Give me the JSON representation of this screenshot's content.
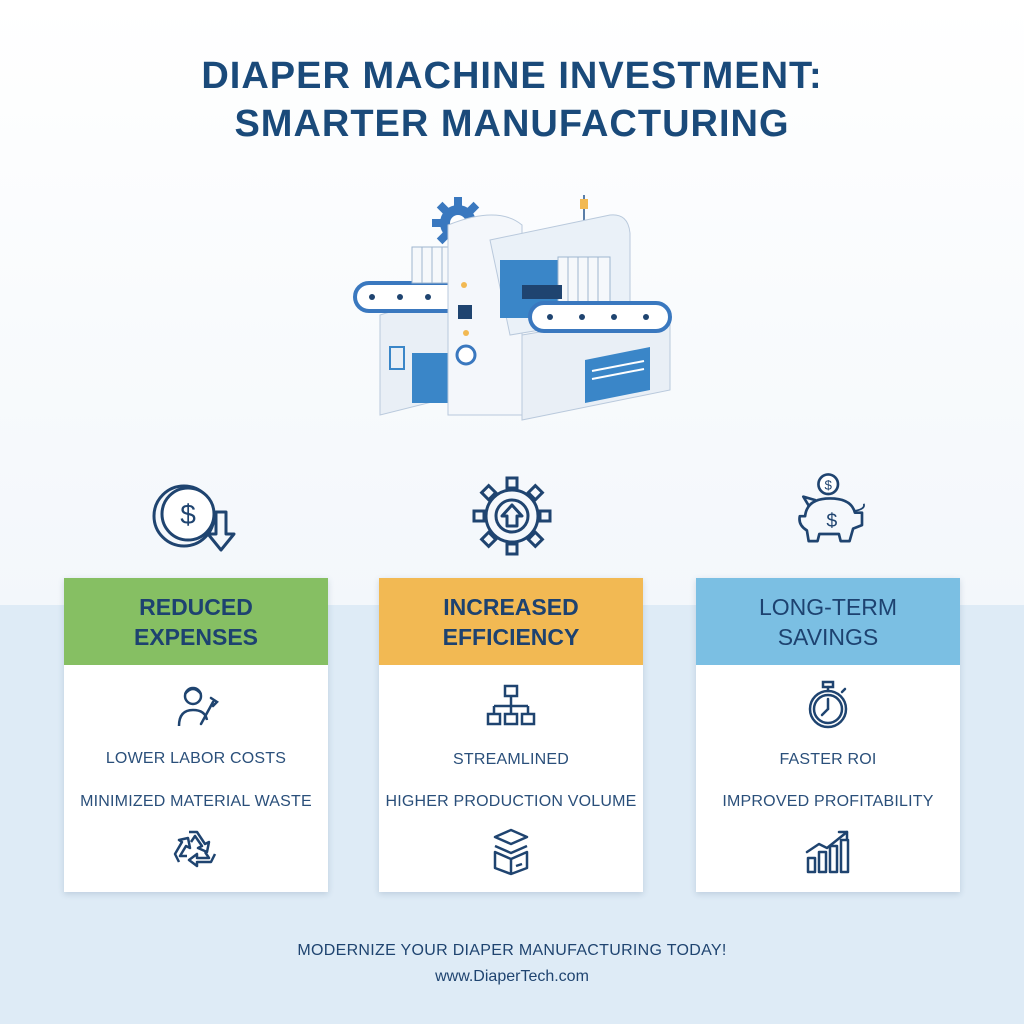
{
  "header": {
    "title_line1": "DIAPER MACHINE INVESTMENT:",
    "title_line2": "SMARTER MANUFACTURING"
  },
  "cards": [
    {
      "heading": [
        "REDUCED",
        "EXPENSES"
      ],
      "color": "#86bf63",
      "top_icon": "dollar-coin-down-icon",
      "items": [
        "LOWER LABOR COSTS",
        "MINIMIZED MATERIAL WASTE"
      ],
      "icons": [
        "worker-wrench-icon",
        "recycle-icon"
      ]
    },
    {
      "heading": [
        "INCREASED",
        "EFFICIENCY"
      ],
      "color": "#f2b953",
      "top_icon": "gear-arrow-up-icon",
      "items": [
        "STREAMLINED",
        "HIGHER PRODUCTION VOLUME"
      ],
      "icons": [
        "workflow-icon",
        "stacked-box-icon"
      ]
    },
    {
      "heading": [
        "LONG-TERM",
        "SAVINGS"
      ],
      "color": "#7bbfe3",
      "top_icon": "piggy-bank-icon",
      "items": [
        "FASTER ROI",
        "IMPROVED PROFITABILITY"
      ],
      "icons": [
        "stopwatch-icon",
        "bar-chart-growth-icon"
      ]
    }
  ],
  "footer": {
    "tagline": "MODERNIZE YOUR DIAPER MANUFACTURING TODAY!",
    "url": "www.DiaperTech.com"
  }
}
